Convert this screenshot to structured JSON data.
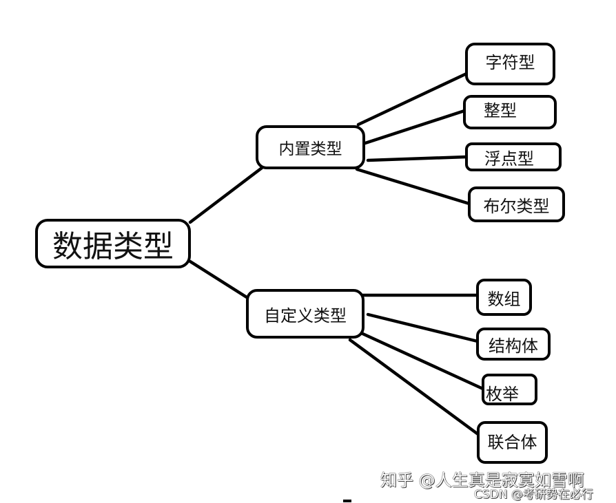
{
  "diagram": {
    "root": {
      "label": "数据类型"
    },
    "branches": [
      {
        "label": "内置类型",
        "children": [
          "字符型",
          "整型",
          "浮点型",
          "布尔类型"
        ]
      },
      {
        "label": "自定义类型",
        "children": [
          "数组",
          "结构体",
          "枚举",
          "联合体"
        ]
      }
    ],
    "line_color": "#000000"
  },
  "watermark": {
    "line1": "知乎 @人生真是寂寞如雪啊",
    "line2": "CSDN @考研势在必行"
  }
}
